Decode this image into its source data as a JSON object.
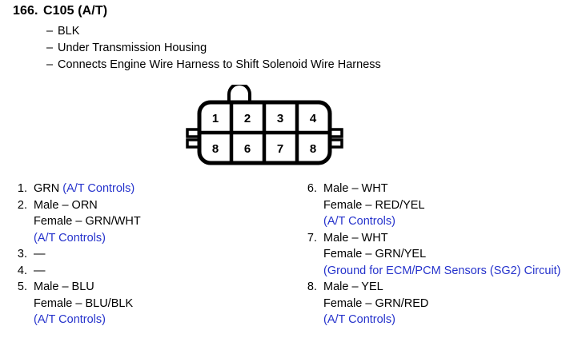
{
  "header": {
    "number": "166.",
    "title": "C105 (A/T)",
    "details": [
      "BLK",
      "Under Transmission Housing",
      "Connects Engine Wire Harness to Shift Solenoid Wire Harness"
    ],
    "dash": "–"
  },
  "connector": {
    "name": "8-pin-connector-diagram",
    "top_row": [
      "1",
      "2",
      "3",
      "4"
    ],
    "bottom_row": [
      "8",
      "6",
      "7",
      "8"
    ],
    "stroke_color": "#000000",
    "fill_color": "#ffffff"
  },
  "note_color": "#2633cc",
  "pins": {
    "left": [
      {
        "number": "1.",
        "lines": [
          "GRN "
        ],
        "note_inline": "(A/T Controls)",
        "notes": []
      },
      {
        "number": "2.",
        "lines": [
          "Male – ORN",
          "Female – GRN/WHT"
        ],
        "note_inline": "",
        "notes": [
          "(A/T Controls)"
        ]
      },
      {
        "number": "3.",
        "lines": [
          "—"
        ],
        "note_inline": "",
        "notes": []
      },
      {
        "number": "4.",
        "lines": [
          "—"
        ],
        "note_inline": "",
        "notes": []
      },
      {
        "number": "5.",
        "lines": [
          "Male – BLU",
          "Female – BLU/BLK"
        ],
        "note_inline": "",
        "notes": [
          "(A/T Controls)"
        ]
      }
    ],
    "right": [
      {
        "number": "6.",
        "lines": [
          "Male – WHT",
          "Female – RED/YEL"
        ],
        "note_inline": "",
        "notes": [
          "(A/T Controls)"
        ]
      },
      {
        "number": "7.",
        "lines": [
          "Male – WHT",
          "Female – GRN/YEL"
        ],
        "note_inline": "",
        "notes": [
          "(Ground for ECM/PCM Sensors (SG2) Circuit)"
        ]
      },
      {
        "number": "8.",
        "lines": [
          "Male – YEL",
          "Female – GRN/RED"
        ],
        "note_inline": "",
        "notes": [
          "(A/T Controls)"
        ]
      }
    ]
  }
}
